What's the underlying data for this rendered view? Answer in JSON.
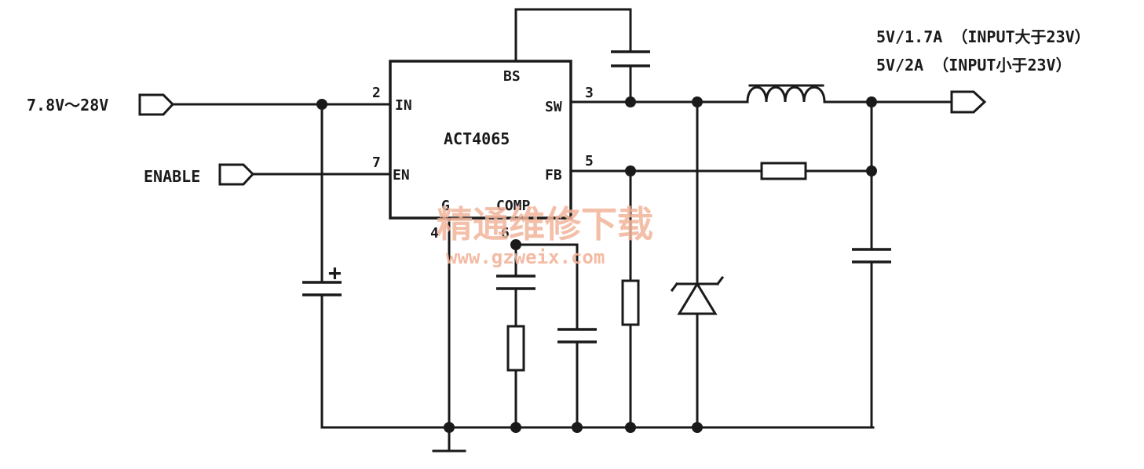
{
  "ic": {
    "name": "ACT4065",
    "pins": {
      "in": {
        "label": "IN",
        "num": "2"
      },
      "en": {
        "label": "EN",
        "num": "7"
      },
      "bs": {
        "label": "BS"
      },
      "sw": {
        "label": "SW",
        "num": "3"
      },
      "fb": {
        "label": "FB",
        "num": "5"
      },
      "g": {
        "label": "G",
        "num": "4"
      },
      "comp": {
        "label": "COMP",
        "num": "6"
      }
    }
  },
  "ports": {
    "input": "7.8V～28V",
    "enable": "ENABLE"
  },
  "output": {
    "line1": "5V/1.7A （INPUT大于23V）",
    "line2": "5V/2A （INPUT小于23V）"
  },
  "polarity": "+",
  "watermark": {
    "text": "精通维修下载",
    "url": "www.gzweix.com"
  }
}
